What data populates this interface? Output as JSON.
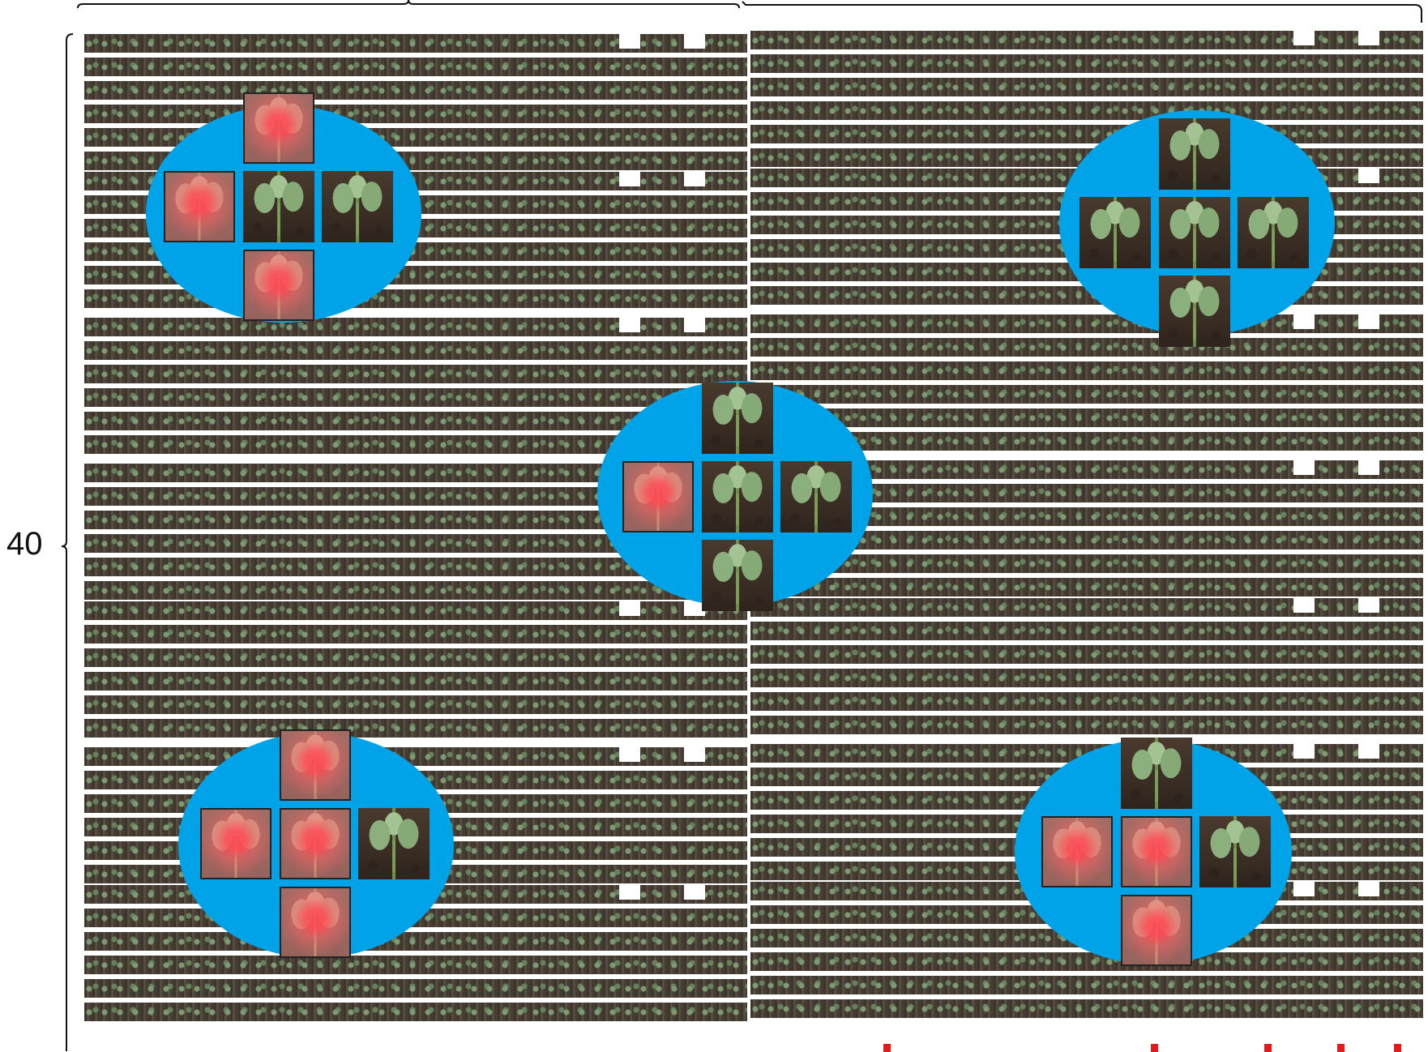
{
  "figure": {
    "reference_numerals": [
      {
        "id": "field",
        "text": "40"
      }
    ],
    "clusters": [
      {
        "id": "top-left",
        "center_hot": false,
        "tiles": {
          "top": "hot",
          "left": "hot",
          "center": "plant",
          "right": "plant",
          "bottom": "hot"
        }
      },
      {
        "id": "top-right",
        "center_hot": false,
        "tiles": {
          "top": "plant",
          "left": "plant",
          "center": "plant",
          "right": "plant",
          "bottom": "plant"
        }
      },
      {
        "id": "center",
        "center_hot": false,
        "tiles": {
          "top": "plant",
          "left": "hot",
          "center": "plant",
          "right": "plant",
          "bottom": "plant"
        }
      },
      {
        "id": "bottom-left",
        "center_hot": true,
        "tiles": {
          "top": "hot",
          "left": "hot",
          "center": "hot",
          "right": "plant",
          "bottom": "hot"
        }
      },
      {
        "id": "bottom-right",
        "center_hot": true,
        "tiles": {
          "top": "plant",
          "left": "hot",
          "center": "hot",
          "right": "plant",
          "bottom": "hot"
        }
      }
    ],
    "colors": {
      "cluster_fill": "#00a3e8",
      "hot_overlay": "#f46a6e",
      "soil": "#3d3128",
      "plant": "#8cb07d",
      "brace": "#111111",
      "red_marks": "#e61a1a"
    }
  }
}
